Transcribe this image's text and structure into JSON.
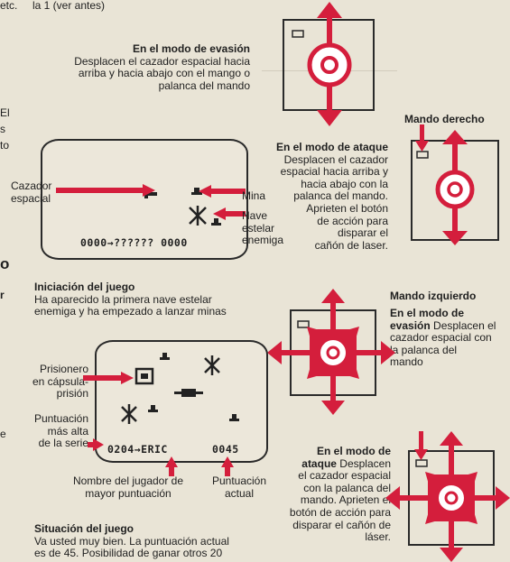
{
  "margin_left": {
    "top_fragment": "etc.",
    "frag_1": "El",
    "frag_2": "s",
    "frag_3": "to",
    "frag_4": "o",
    "frag_5": "r",
    "frag_6": "e"
  },
  "top_fragment": "la 1 (ver antes)",
  "evasion": {
    "heading": "En el modo de evasión",
    "lines": [
      "Desplacen el cazador espacial hacia",
      "arriba y hacia abajo con el mango o",
      "palanca del mando"
    ]
  },
  "attack": {
    "heading": "En el modo de ataque",
    "lines": [
      "Desplacen el cazador",
      "espacial hacia arriba y",
      "hacia abajo con la",
      "palanca del mando.",
      "Aprieten el botón",
      "de acción para",
      "disparar el",
      "cañón de laser."
    ]
  },
  "right_controller": {
    "title": "Mando derecho"
  },
  "left_controller": {
    "title": "Mando izquierdo",
    "evasion_heading": "En el modo de",
    "evasion_heading2": "evasión",
    "evasion_lines": [
      "Desplacen el",
      "cazador espacial con",
      "la palanca del",
      "mando"
    ],
    "attack_heading": "En el modo de",
    "attack_heading2": "ataque",
    "attack_lines": [
      "Desplacen",
      "el cazador espacial",
      "con la palanca del",
      "mando. Aprieten el",
      "botón de acción para",
      "disparar el cañón de",
      "láser."
    ]
  },
  "screen1": {
    "label_fighter": [
      "Cazador",
      "espacial"
    ],
    "label_mine": "Mina",
    "label_enemy": [
      "Nave",
      "estelar",
      "enemiga"
    ],
    "score_line": "0000→?????? 0000"
  },
  "game_start": {
    "heading": "Iniciación del juego",
    "lines": [
      "Ha aparecido la primera nave estelar",
      "enemiga y ha empezado a lanzar minas"
    ]
  },
  "screen2": {
    "label_prisoner": [
      "Prisionero",
      "en cápsula-",
      "prisión"
    ],
    "label_high": [
      "Puntuación",
      "más alta",
      "de la serie"
    ],
    "high_score": "0204",
    "player_name": "ERIC",
    "current_score": "0045",
    "label_name": [
      "Nombre del jugador de",
      "mayor puntuación"
    ],
    "label_current": [
      "Puntuación",
      "actual"
    ]
  },
  "game_state": {
    "heading": "Situación del juego",
    "lines": [
      "Va usted muy bien. La puntuación actual",
      "es de 45. Posibilidad de ganar otros 20"
    ]
  },
  "colors": {
    "accent": "#d41e3c",
    "ink": "#1f1f1f",
    "paper": "#e9e4d6"
  }
}
